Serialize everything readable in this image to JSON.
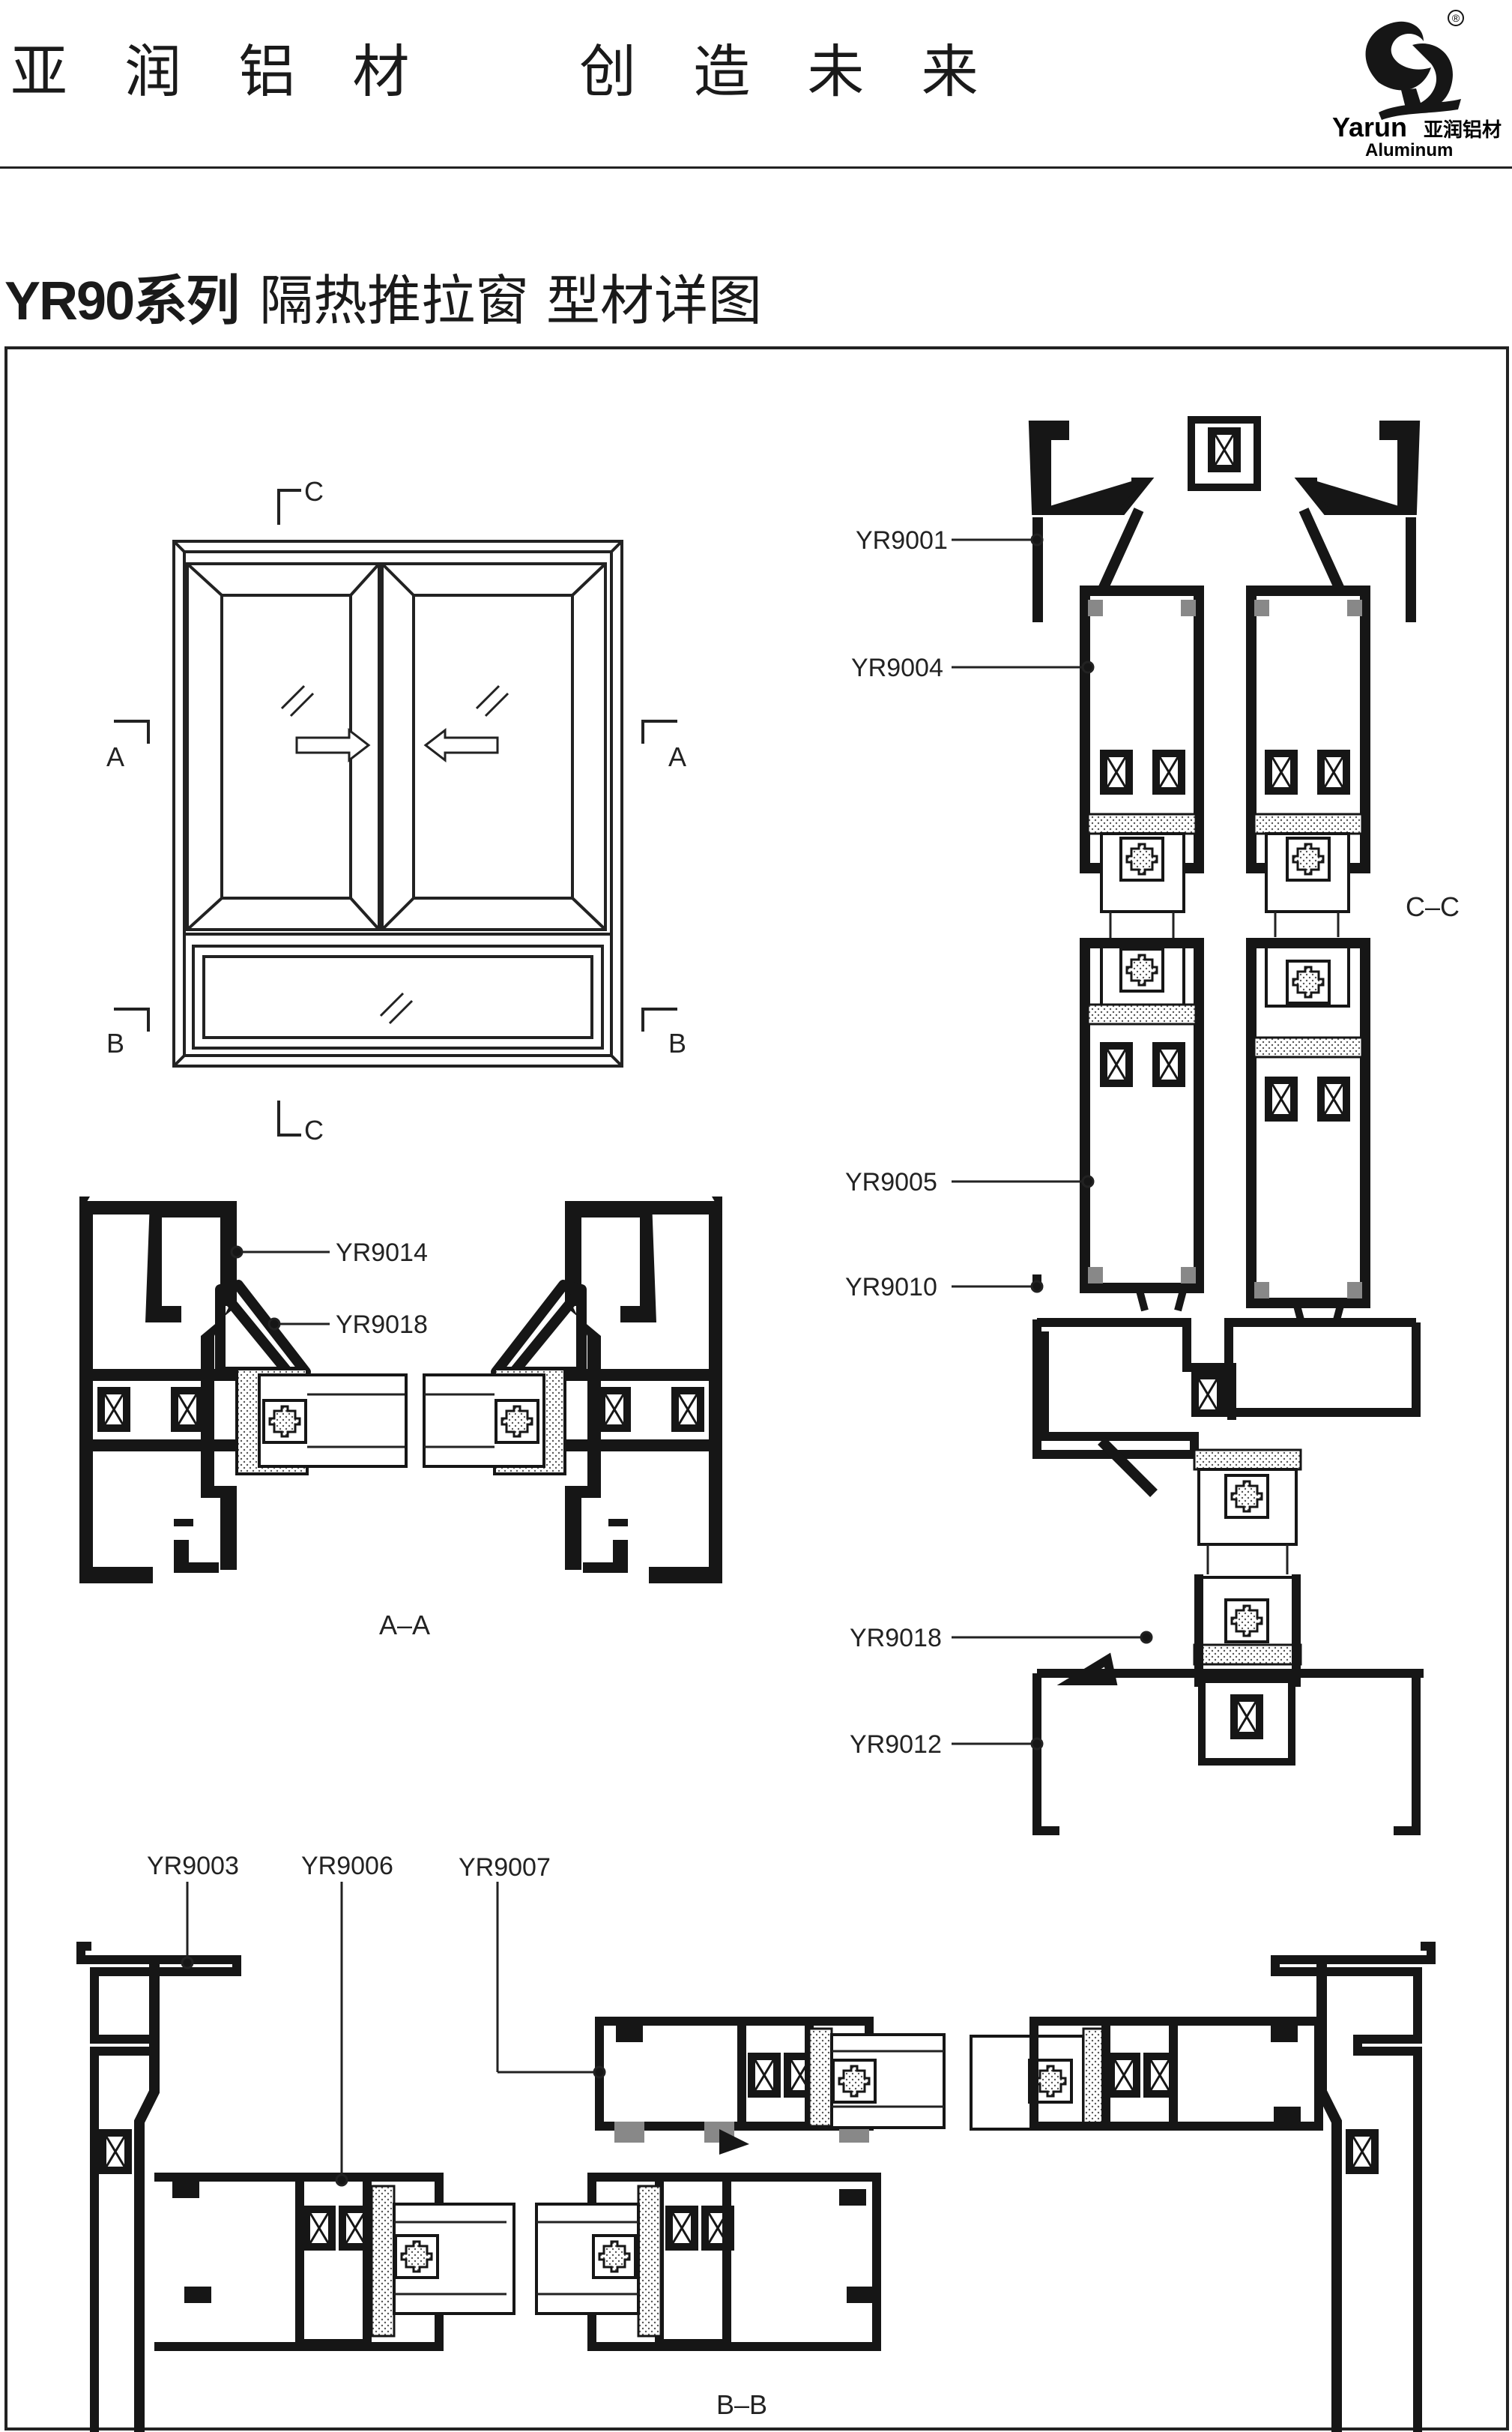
{
  "header": {
    "slogan": "亚 润 铝 材    创 造 未 来",
    "logo": {
      "brand": "Yarun",
      "brand_cn": "亚润铝材",
      "sub": "Aluminum",
      "mark": "®"
    }
  },
  "title": {
    "series": "YR90系列",
    "subtitle": "隔热推拉窗 型材详图"
  },
  "elevation": {
    "markers": {
      "c_top": "C",
      "c_bottom": "C",
      "a_left": "A",
      "a_right": "A",
      "b_left": "B",
      "b_right": "B"
    }
  },
  "parts": {
    "aa_1": "YR9014",
    "aa_2": "YR9018",
    "cc_1": "YR9001",
    "cc_2": "YR9004",
    "cc_3": "YR9005",
    "cc_4": "YR9010",
    "cc_5": "YR9018",
    "cc_6": "YR9012",
    "bb_1": "YR9003",
    "bb_2": "YR9006",
    "bb_3": "YR9007"
  },
  "sections": {
    "aa": "A–A",
    "cc": "C–C",
    "bb": "B–B"
  },
  "colors": {
    "profile": "#161616",
    "line": "#222222",
    "paper": "#ffffff",
    "strip": "#bfbfbf"
  }
}
